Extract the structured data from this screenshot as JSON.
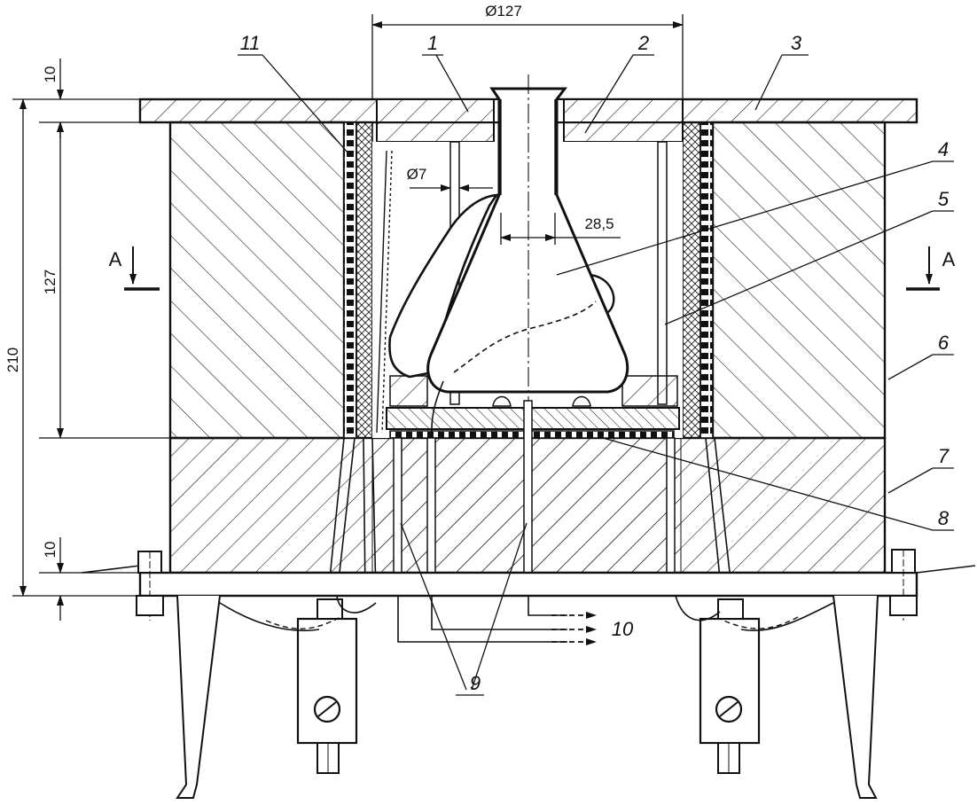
{
  "dimensions": {
    "d127": "Ø127",
    "d7": "Ø7",
    "w28_5": "28,5",
    "h10_top": "10",
    "h127": "127",
    "h210": "210",
    "h10_bottom": "10"
  },
  "section": {
    "left": "A",
    "right": "A"
  },
  "callouts": [
    "1",
    "2",
    "3",
    "4",
    "5",
    "6",
    "7",
    "8",
    "9",
    "10",
    "11"
  ]
}
